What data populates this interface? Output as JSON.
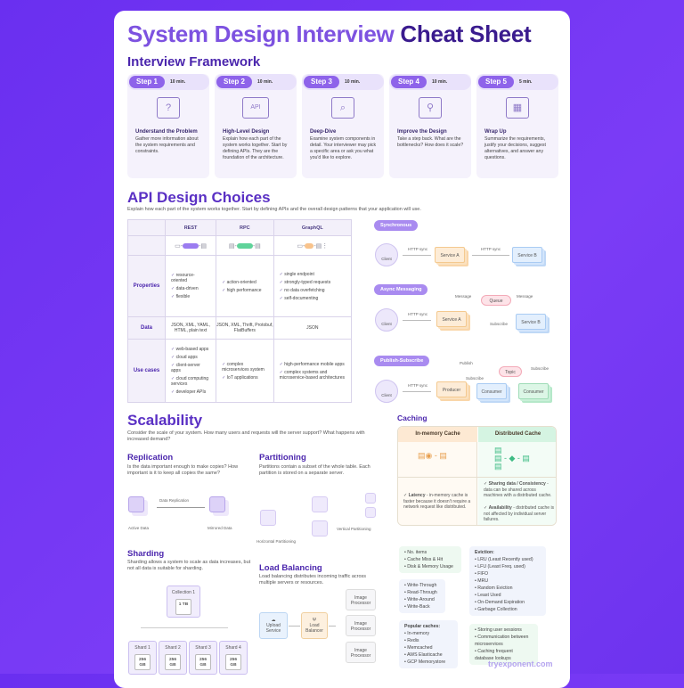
{
  "title": {
    "part1": "System Design Interview",
    "part2": "Cheat Sheet"
  },
  "framework": {
    "heading": "Interview Framework",
    "steps": [
      {
        "label": "Step 1",
        "time": "10 min.",
        "icon": "speech-bubble-question-icon",
        "glyph": "?",
        "title": "Understand the Problem",
        "desc": "Gather more information about the system requirements and constraints."
      },
      {
        "label": "Step 2",
        "time": "10 min.",
        "icon": "api-flow-icon",
        "glyph": "API",
        "title": "High-Level Design",
        "desc": "Explain how each part of the system works together. Start by defining APIs. They are the foundation of the architecture."
      },
      {
        "label": "Step 3",
        "time": "10 min.",
        "icon": "magnifier-icon",
        "glyph": "⌕",
        "title": "Deep-Dive",
        "desc": "Examine system components in detail. Your interviewer may pick a specific area or ask you what you'd like to explore."
      },
      {
        "label": "Step 4",
        "time": "10 min.",
        "icon": "open-book-icon",
        "glyph": "⚲",
        "title": "Improve the Design",
        "desc": "Take a step back. What are the bottlenecks? How does it scale?"
      },
      {
        "label": "Step 5",
        "time": "5 min.",
        "icon": "box-icon",
        "glyph": "▦",
        "title": "Wrap Up",
        "desc": "Summarize the requirements, justify your decisions, suggest alternatives, and answer any questions."
      }
    ]
  },
  "api": {
    "heading": "API Design Choices",
    "subtitle": "Explain how each part of the system works together. Start by defining APIs and the overall design patterns that your application will use.",
    "columns": [
      "REST",
      "RPC",
      "GraphQL"
    ],
    "row_labels": {
      "properties": "Properties",
      "data": "Data",
      "use_cases": "Use cases"
    },
    "properties": [
      [
        "resource-oriented",
        "data-driven",
        "flexible"
      ],
      [
        "action-oriented",
        "high performance"
      ],
      [
        "single endpoint",
        "strongly-typed requests",
        "no data overfetching",
        "self-documenting"
      ]
    ],
    "data": [
      "JSON, XML, YAML, HTML, plain text",
      "JSON, XML, Thrift, Protobuf, FlatBuffers",
      "JSON"
    ],
    "use_cases": [
      [
        "web-based apps",
        "cloud apps",
        "client-server apps",
        "cloud computing services",
        "developer APIs"
      ],
      [
        "complex microservices system",
        "IoT applications"
      ],
      [
        "high-performance mobile apps",
        "complex systems and microservice-based architectures"
      ]
    ]
  },
  "patterns": {
    "sync": {
      "tag": "Synchronous",
      "client": "Client",
      "link1": "HTTP sync",
      "a": "Service A",
      "link2": "HTTP sync",
      "b": "Service B"
    },
    "async": {
      "tag": "Async Messaging",
      "client": "Client",
      "link": "HTTP sync",
      "a": "Service A",
      "queue": "Queue",
      "msg1": "Message",
      "msg2": "Message",
      "subscribe": "Subscribe",
      "b": "Service B"
    },
    "pubsub": {
      "tag": "Publish-Subscribe",
      "client": "Client",
      "link": "HTTP sync",
      "producer": "Producer",
      "publish": "Publish",
      "topic": "Topic",
      "subscribe1": "Subscribe",
      "subscribe2": "Subscribe",
      "consumer1": "Consumer",
      "consumer2": "Consumer"
    }
  },
  "scalability": {
    "heading": "Scalability",
    "subtitle": "Consider the scale of your system. How many users and requests will the server support? What happens with increased demand?",
    "replication": {
      "heading": "Replication",
      "desc": "Is the data important enough to make copies? How important is it to keep all copies the same?",
      "arrow": "Data Replication",
      "active": "Active Data",
      "mirrored": "Mirrored Data"
    },
    "partitioning": {
      "heading": "Partitioning",
      "desc": "Partitions contain a subset of the whole table. Each partition is stored on a separate server.",
      "horizontal": "Horizontal Partitioning",
      "vertical": "Vertical Partitioning"
    },
    "sharding": {
      "heading": "Sharding",
      "desc": "Sharding allows a system to scale as data increases, but not all data is suitable for sharding.",
      "collection": "Collection 1",
      "collection_size": "1 TB",
      "shards": [
        {
          "name": "Shard 1",
          "size": "256 GB"
        },
        {
          "name": "Shard 2",
          "size": "256 GB"
        },
        {
          "name": "Shard 3",
          "size": "256 GB"
        },
        {
          "name": "Shard 4",
          "size": "256 GB"
        }
      ]
    },
    "load_balancing": {
      "heading": "Load Balancing",
      "desc": "Load balancing distributes incoming traffic across multiple servers or resources.",
      "upload": "Upload Service",
      "balancer": "Load Balancer",
      "processors": [
        "Image Processor",
        "Image Processor",
        "Image Processor"
      ]
    }
  },
  "caching": {
    "heading": "Caching",
    "in_memory": {
      "title": "In-memory Cache",
      "point_label": "Latency",
      "point": " - in-memory cache is faster because it doesn't require a network request like distributed."
    },
    "distributed": {
      "title": "Distributed Cache",
      "point1_label": "Sharing data / Consistency",
      "point1": " - data can be shared across machines with a distributed cache.",
      "point2_label": "Availability",
      "point2": " - distributed cache is not affected by individual server failures."
    },
    "metrics": [
      "No. items",
      "Cache Miss & Hit",
      "Disk & Memory Usage"
    ],
    "write_policies": [
      "Write-Through",
      "Read-Through",
      "Write-Around",
      "Write-Back"
    ],
    "popular_heading": "Popular caches:",
    "popular": [
      "In-memory",
      "Redis",
      "Memcached",
      "AWS Elasticache",
      "GCP Memorystore"
    ],
    "eviction_heading": "Eviction:",
    "eviction": [
      "LRU (Least Recently used)",
      "LFU (Least Freq. used)",
      "FIFO",
      "MRU",
      "Random Eviction",
      "Least Used",
      "On-Demand Expiration",
      "Garbage Collection"
    ],
    "use_cases": [
      "Storing user sessions",
      "Communication between microservices",
      "Caching frequent database lookups"
    ]
  },
  "footer": {
    "brand": "tryexponent.com"
  }
}
